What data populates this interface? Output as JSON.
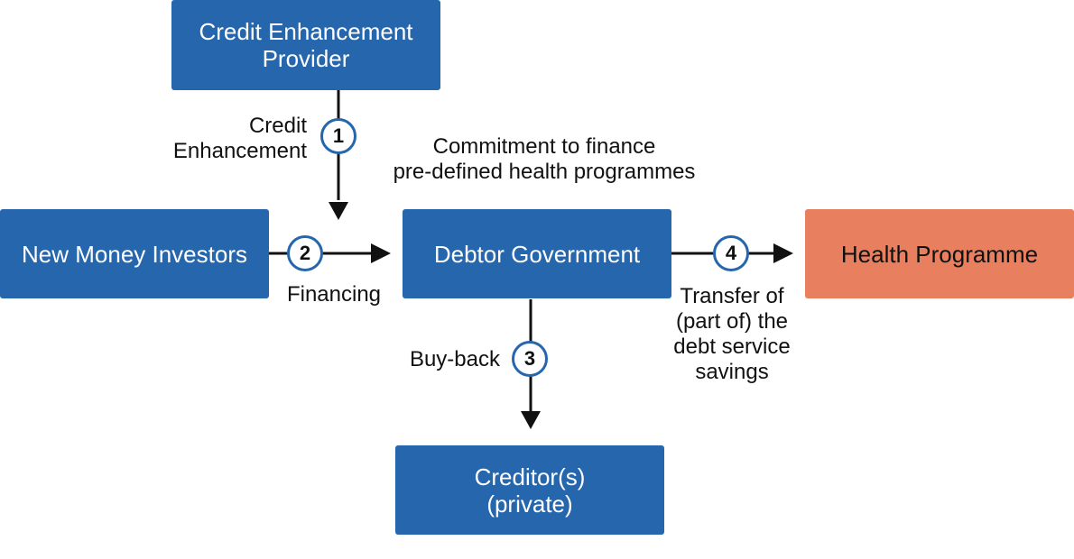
{
  "boxes": {
    "credit_enhancement_provider": "Credit Enhancement\nProvider",
    "new_money_investors": "New Money Investors",
    "debtor_government": "Debtor Government",
    "health_programme": "Health Programme",
    "creditors": "Creditor(s)\n(private)"
  },
  "steps": {
    "step1": {
      "number": "1",
      "label": "Credit\nEnhancement"
    },
    "step2": {
      "number": "2",
      "label": "Financing"
    },
    "step3": {
      "number": "3",
      "label": "Buy-back"
    },
    "step4": {
      "number": "4",
      "label": "Transfer of\n(part of) the\ndebt service\nsavings"
    }
  },
  "annotation": "Commitment to finance\npre-defined health programmes",
  "colors": {
    "box_blue": "#2566ad",
    "box_orange": "#e8805f",
    "connector": "#111111"
  }
}
